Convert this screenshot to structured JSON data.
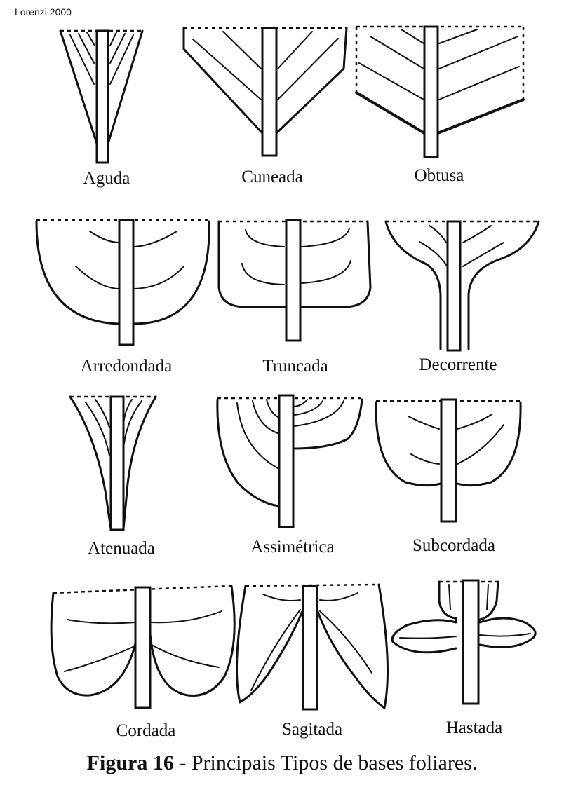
{
  "credit": "Lorenzi 2000",
  "leaf_types": [
    {
      "id": "aguda",
      "label": "Aguda"
    },
    {
      "id": "cuneada",
      "label": "Cuneada"
    },
    {
      "id": "obtusa",
      "label": "Obtusa"
    },
    {
      "id": "arredondada",
      "label": "Arredondada"
    },
    {
      "id": "truncada",
      "label": "Truncada"
    },
    {
      "id": "decorrente",
      "label": "Decorrente"
    },
    {
      "id": "atenuada",
      "label": "Atenuada"
    },
    {
      "id": "assimetrica",
      "label": "Assimétrica"
    },
    {
      "id": "subcordada",
      "label": "Subcordada"
    },
    {
      "id": "cordada",
      "label": "Cordada"
    },
    {
      "id": "sagitada",
      "label": "Sagitada"
    },
    {
      "id": "hastada",
      "label": "Hastada"
    }
  ],
  "caption": {
    "figure": "Figura 16",
    "separator": " - ",
    "text": "Principais Tipos de bases foliares."
  }
}
